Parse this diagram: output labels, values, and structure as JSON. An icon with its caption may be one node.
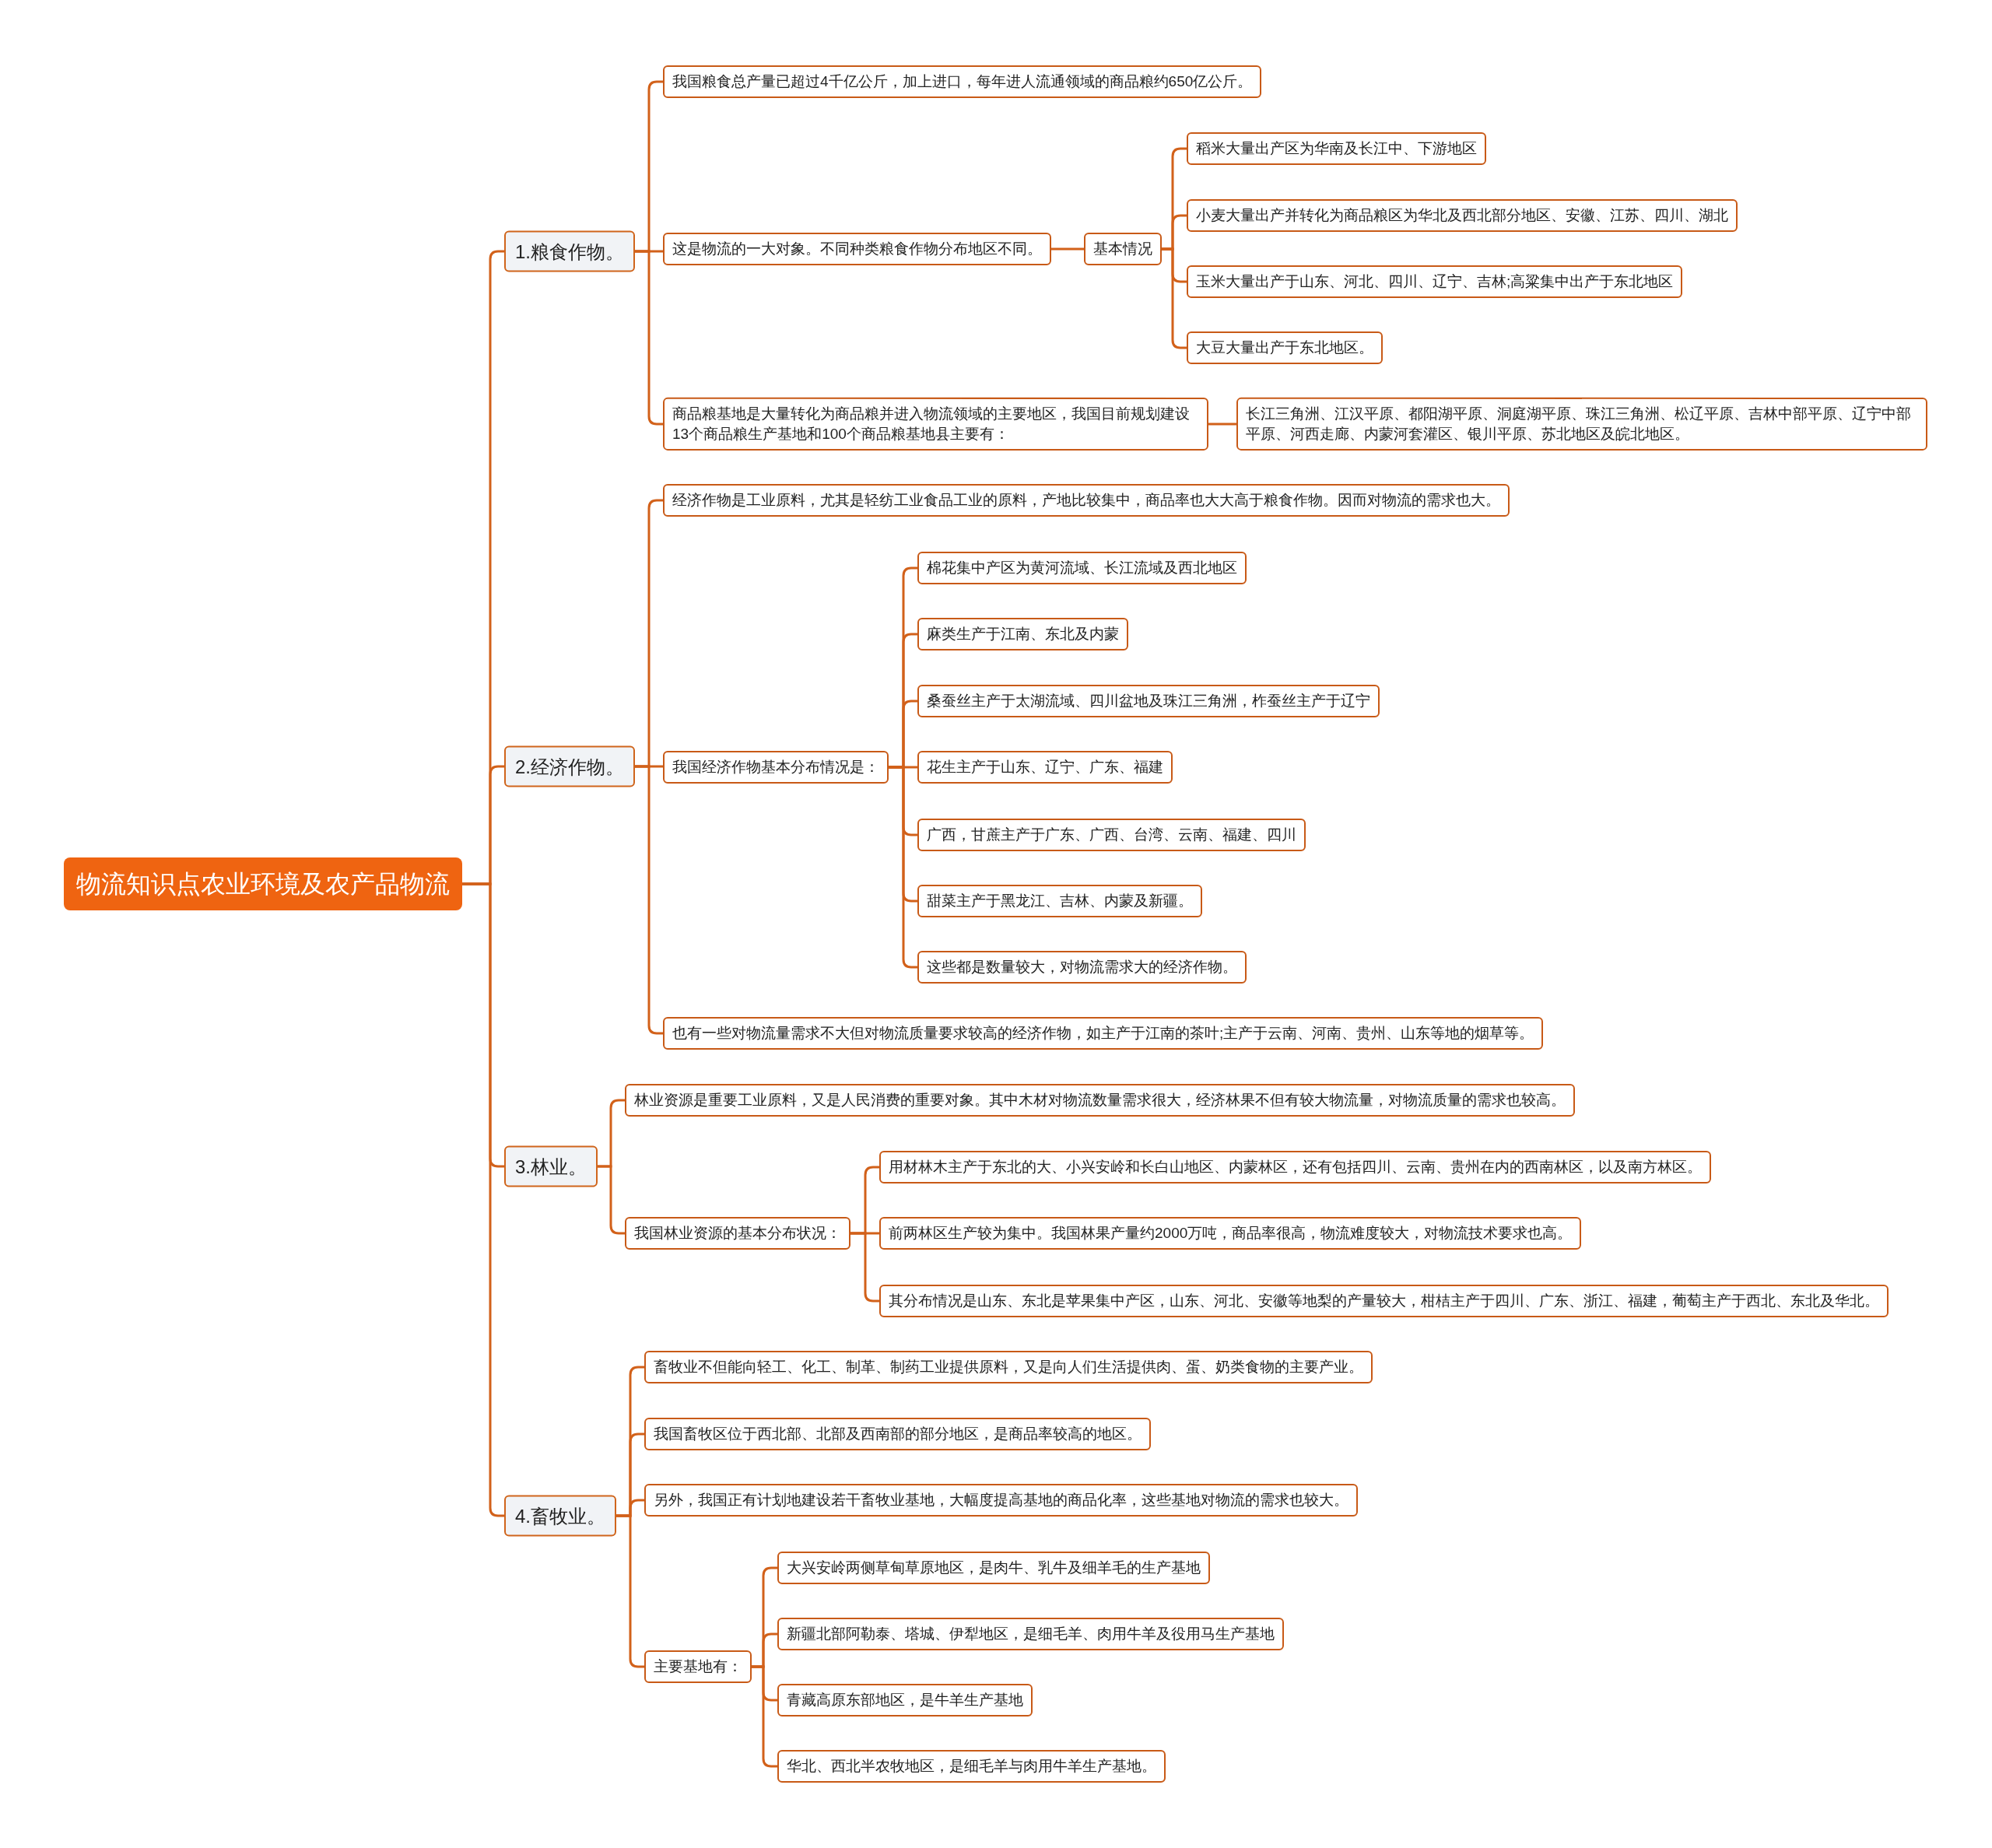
{
  "diagram": {
    "nodes": [
      {
        "text": [
          "物流知识点农业环境及农产品物流"
        ]
      },
      {
        "text": [
          "1.粮食作物。"
        ]
      },
      {
        "text": [
          "我国粮食总产量已超过4千亿公斤，加上进口，每年进人流通领域的商品粮约650亿公斤。"
        ]
      },
      {
        "text": [
          "这是物流的一大对象。不同种类粮食作物分布地区不同。"
        ]
      },
      {
        "text": [
          "基本情况"
        ]
      },
      {
        "text": [
          "稻米大量出产区为华南及长江中、下游地区"
        ]
      },
      {
        "text": [
          "小麦大量出产并转化为商品粮区为华北及西北部分地区、安徽、江苏、四川、湖北"
        ]
      },
      {
        "text": [
          "玉米大量出产于山东、河北、四川、辽宁、吉林;高粱集中出产于东北地区"
        ]
      },
      {
        "text": [
          "大豆大量出产于东北地区。"
        ]
      },
      {
        "text": [
          "商品粮基地是大量转化为商品粮并进入物流领域的主要地区，我国目前规划建设13个商品粮生产基地和100个商品粮基地县主要有："
        ]
      },
      {
        "text": [
          "长江三角洲、江汉平原、都阳湖平原、洞庭湖平原、珠江三角洲、松辽平原、吉林中部平原、辽宁中部平原、河西走廊、内蒙河套灌区、银川平原、苏北地区及皖北地区。"
        ]
      },
      {
        "text": [
          "2.经济作物。"
        ]
      },
      {
        "text": [
          "经济作物是工业原料，尤其是轻纺工业食品工业的原料，产地比较集中，商品率也大大高于粮食作物。因而对物流的需求也大。"
        ]
      },
      {
        "text": [
          "我国经济作物基本分布情况是："
        ]
      },
      {
        "text": [
          "棉花集中产区为黄河流域、长江流域及西北地区"
        ]
      },
      {
        "text": [
          "麻类生产于江南、东北及内蒙"
        ]
      },
      {
        "text": [
          "桑蚕丝主产于太湖流域、四川盆地及珠江三角洲，柞蚕丝主产于辽宁"
        ]
      },
      {
        "text": [
          "花生主产于山东、辽宁、广东、福建"
        ]
      },
      {
        "text": [
          "广西，甘蔗主产于广东、广西、台湾、云南、福建、四川"
        ]
      },
      {
        "text": [
          "甜菜主产于黑龙江、吉林、内蒙及新疆。"
        ]
      },
      {
        "text": [
          "这些都是数量较大，对物流需求大的经济作物。"
        ]
      },
      {
        "text": [
          "也有一些对物流量需求不大但对物流质量要求较高的经济作物，如主产于江南的茶叶;主产于云南、河南、贵州、山东等地的烟草等。"
        ]
      },
      {
        "text": [
          "3.林业。"
        ]
      },
      {
        "text": [
          "林业资源是重要工业原料，又是人民消费的重要对象。其中木材对物流数量需求很大，经济林果不但有较大物流量，对物流质量的需求也较高。"
        ]
      },
      {
        "text": [
          "我国林业资源的基本分布状况："
        ]
      },
      {
        "text": [
          "用材林木主产于东北的大、小兴安岭和长白山地区、内蒙林区，还有包括四川、云南、贵州在内的西南林区，以及南方林区。"
        ]
      },
      {
        "text": [
          "前两林区生产较为集中。我国林果产量约2000万吨，商品率很高，物流难度较大，对物流技术要求也高。"
        ]
      },
      {
        "text": [
          "其分布情况是山东、东北是苹果集中产区，山东、河北、安徽等地梨的产量较大，柑桔主产于四川、广东、浙江、福建，葡萄主产于西北、东北及华北。"
        ]
      },
      {
        "text": [
          "4.畜牧业。"
        ]
      },
      {
        "text": [
          "畜牧业不但能向轻工、化工、制革、制药工业提供原料，又是向人们生活提供肉、蛋、奶类食物的主要产业。"
        ]
      },
      {
        "text": [
          "我国畜牧区位于西北部、北部及西南部的部分地区，是商品率较高的地区。"
        ]
      },
      {
        "text": [
          "另外，我国正有计划地建设若干畜牧业基地，大幅度提高基地的商品化率，这些基地对物流的需求也较大。"
        ]
      },
      {
        "text": [
          "主要基地有："
        ]
      },
      {
        "text": [
          "大兴安岭两侧草甸草原地区，是肉牛、乳牛及细羊毛的生产基地"
        ]
      },
      {
        "text": [
          "新疆北部阿勒泰、塔城、伊犁地区，是细毛羊、肉用牛羊及役用马生产基地"
        ]
      },
      {
        "text": [
          "青藏高原东部地区，是牛羊生产基地"
        ]
      },
      {
        "text": [
          "华北、西北半农牧地区，是细毛羊与肉用牛羊生产基地。"
        ]
      }
    ],
    "edges": [
      {
        "from": 0,
        "to": 1,
        "arrow": "none"
      },
      {
        "from": 0,
        "to": 11,
        "arrow": "none"
      },
      {
        "from": 0,
        "to": 22,
        "arrow": "none"
      },
      {
        "from": 0,
        "to": 28,
        "arrow": "none"
      },
      {
        "from": 1,
        "to": 2,
        "arrow": "none"
      },
      {
        "from": 1,
        "to": 3,
        "arrow": "none"
      },
      {
        "from": 1,
        "to": 9,
        "arrow": "none"
      },
      {
        "from": 3,
        "to": 4,
        "arrow": "none"
      },
      {
        "from": 4,
        "to": 5,
        "arrow": "none"
      },
      {
        "from": 4,
        "to": 6,
        "arrow": "none"
      },
      {
        "from": 4,
        "to": 7,
        "arrow": "none"
      },
      {
        "from": 4,
        "to": 8,
        "arrow": "none"
      },
      {
        "from": 9,
        "to": 10,
        "arrow": "none"
      },
      {
        "from": 11,
        "to": 12,
        "arrow": "none"
      },
      {
        "from": 11,
        "to": 13,
        "arrow": "none"
      },
      {
        "from": 11,
        "to": 21,
        "arrow": "none"
      },
      {
        "from": 13,
        "to": 14,
        "arrow": "none"
      },
      {
        "from": 13,
        "to": 15,
        "arrow": "none"
      },
      {
        "from": 13,
        "to": 16,
        "arrow": "none"
      },
      {
        "from": 13,
        "to": 17,
        "arrow": "none"
      },
      {
        "from": 13,
        "to": 18,
        "arrow": "none"
      },
      {
        "from": 13,
        "to": 19,
        "arrow": "none"
      },
      {
        "from": 13,
        "to": 20,
        "arrow": "none"
      },
      {
        "from": 22,
        "to": 23,
        "arrow": "none"
      },
      {
        "from": 22,
        "to": 24,
        "arrow": "none"
      },
      {
        "from": 24,
        "to": 25,
        "arrow": "none"
      },
      {
        "from": 24,
        "to": 26,
        "arrow": "none"
      },
      {
        "from": 24,
        "to": 27,
        "arrow": "none"
      },
      {
        "from": 28,
        "to": 29,
        "arrow": "none"
      },
      {
        "from": 28,
        "to": 30,
        "arrow": "none"
      },
      {
        "from": 28,
        "to": 31,
        "arrow": "none"
      },
      {
        "from": 28,
        "to": 32,
        "arrow": "none"
      },
      {
        "from": 32,
        "to": 33,
        "arrow": "none"
      },
      {
        "from": 32,
        "to": 34,
        "arrow": "none"
      },
      {
        "from": 32,
        "to": 35,
        "arrow": "none"
      },
      {
        "from": 32,
        "to": 36,
        "arrow": "none"
      }
    ]
  }
}
